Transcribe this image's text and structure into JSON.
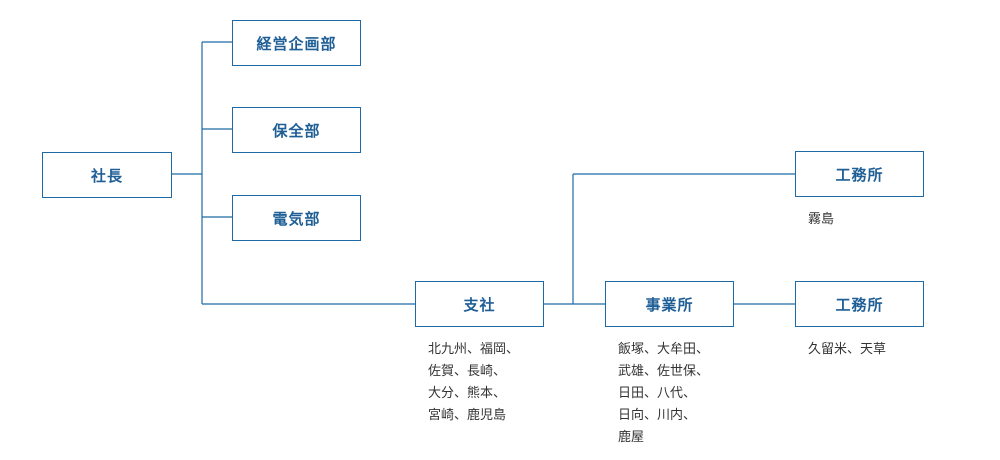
{
  "nodes": {
    "president": "社長",
    "planning": "経営企画部",
    "maintenance": "保全部",
    "electrical": "電気部",
    "branch": "支社",
    "business_office": "事業所",
    "works_kirishima": "工務所",
    "works_kurume": "工務所"
  },
  "notes": {
    "branch": "北九州、福岡、\n佐賀、長崎、\n大分、熊本、\n宮崎、鹿児島",
    "business_office": "飯塚、大牟田、\n武雄、佐世保、\n日田、八代、\n日向、川内、\n鹿屋",
    "works_kirishima": "霧島",
    "works_kurume": "久留米、天草"
  },
  "colors": {
    "line": "#1f6aa5",
    "box_text": "#1f5f96",
    "note_text": "#333333"
  }
}
